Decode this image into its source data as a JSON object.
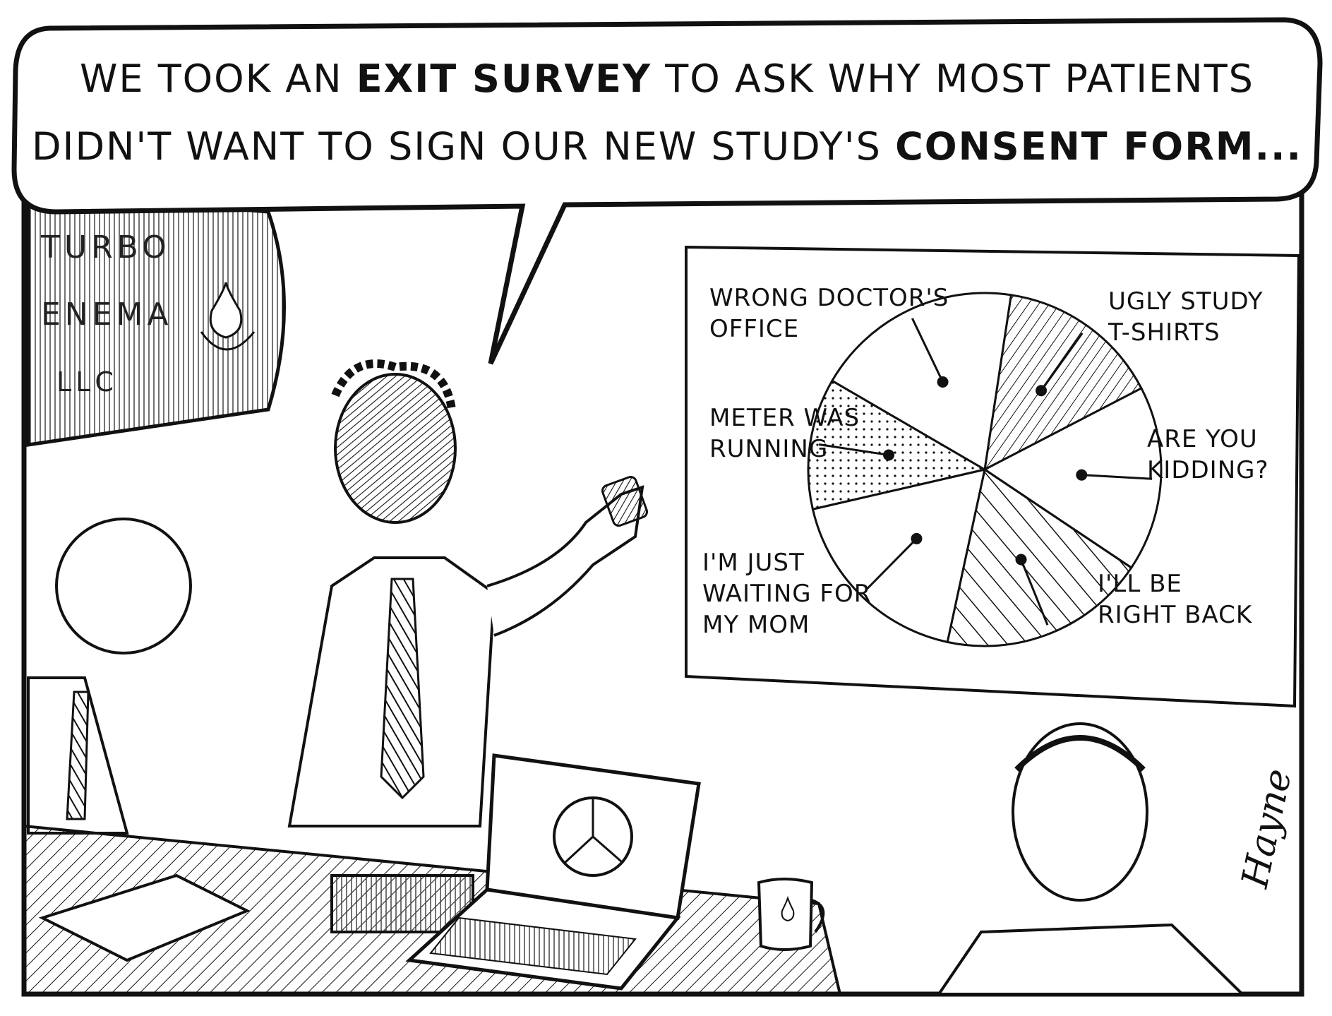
{
  "caption": {
    "line1": [
      {
        "text": "WE TOOK AN ",
        "bold": false
      },
      {
        "text": "EXIT SURVEY",
        "bold": true
      },
      {
        "text": " TO ASK WHY MOST PATIENTS",
        "bold": false
      }
    ],
    "line2": [
      {
        "text": "DIDN'T WANT TO SIGN OUR NEW STUDY'S ",
        "bold": false
      },
      {
        "text": "CONSENT FORM...",
        "bold": true
      }
    ]
  },
  "sign": {
    "line1": "TURBO",
    "line2": "ENEMA",
    "line3": "LLC",
    "logo_icon": "drop-icon"
  },
  "chart_data": {
    "type": "pie",
    "slices": [
      {
        "label": "UGLY STUDY T-SHIRTS",
        "lines": [
          "UGLY STUDY",
          "T-SHIRTS"
        ],
        "value": 15,
        "fill": "hatch-diagonal"
      },
      {
        "label": "ARE YOU KIDDING?",
        "lines": [
          "ARE YOU",
          "KIDDING?"
        ],
        "value": 17,
        "fill": "white"
      },
      {
        "label": "I'LL BE RIGHT BACK",
        "lines": [
          "I'LL BE",
          "RIGHT BACK"
        ],
        "value": 19,
        "fill": "hatch-dense"
      },
      {
        "label": "I'M JUST WAITING FOR MY MOM",
        "lines": [
          "I'M JUST",
          "WAITING FOR",
          "MY MOM"
        ],
        "value": 18,
        "fill": "white"
      },
      {
        "label": "METER WAS RUNNING",
        "lines": [
          "METER WAS",
          "RUNNING"
        ],
        "value": 12,
        "fill": "dotted"
      },
      {
        "label": "WRONG DOCTOR'S OFFICE",
        "lines": [
          "WRONG DOCTOR'S",
          "OFFICE"
        ],
        "value": 19,
        "fill": "white"
      }
    ]
  },
  "laptop": {
    "screen_icon": "pie-chart-icon"
  },
  "mug": {
    "logo_icon": "drop-icon"
  },
  "signature": "Hayne",
  "colors": {
    "ink": "#111111",
    "paper": "#ffffff",
    "sign_gray": "#dcdcdc"
  }
}
